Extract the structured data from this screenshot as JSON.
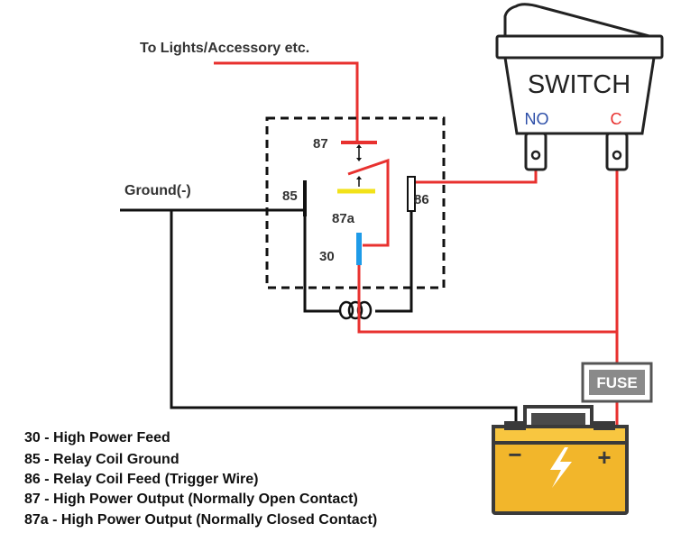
{
  "labels": {
    "lights": "To Lights/Accessory etc.",
    "ground": "Ground(-)"
  },
  "switch": {
    "title": "SWITCH",
    "no": "NO",
    "c": "C"
  },
  "relay_pins": {
    "p87": "87",
    "p85": "85",
    "p86": "86",
    "p87a": "87a",
    "p30": "30"
  },
  "fuse": {
    "label": "FUSE"
  },
  "battery": {
    "minus": "−",
    "plus": "+"
  },
  "legend": [
    "30 - High Power Feed",
    "85 - Relay Coil Ground",
    "86 - Relay Coil Feed (Trigger Wire)",
    "87 - High Power Output (Normally Open Contact)",
    "87a - High Power Output (Normally Closed Contact)"
  ],
  "colors": {
    "wire_red": "#e8312f",
    "wire_black": "#111111",
    "contact_yellow": "#f2e21a",
    "contact_blue": "#1e9be8",
    "no_blue": "#2c4ea8",
    "c_red": "#e8312f",
    "battery_yellow": "#f2b62b",
    "battery_dark": "#4a4a4a",
    "fuse_gray": "#8a8a8a"
  }
}
